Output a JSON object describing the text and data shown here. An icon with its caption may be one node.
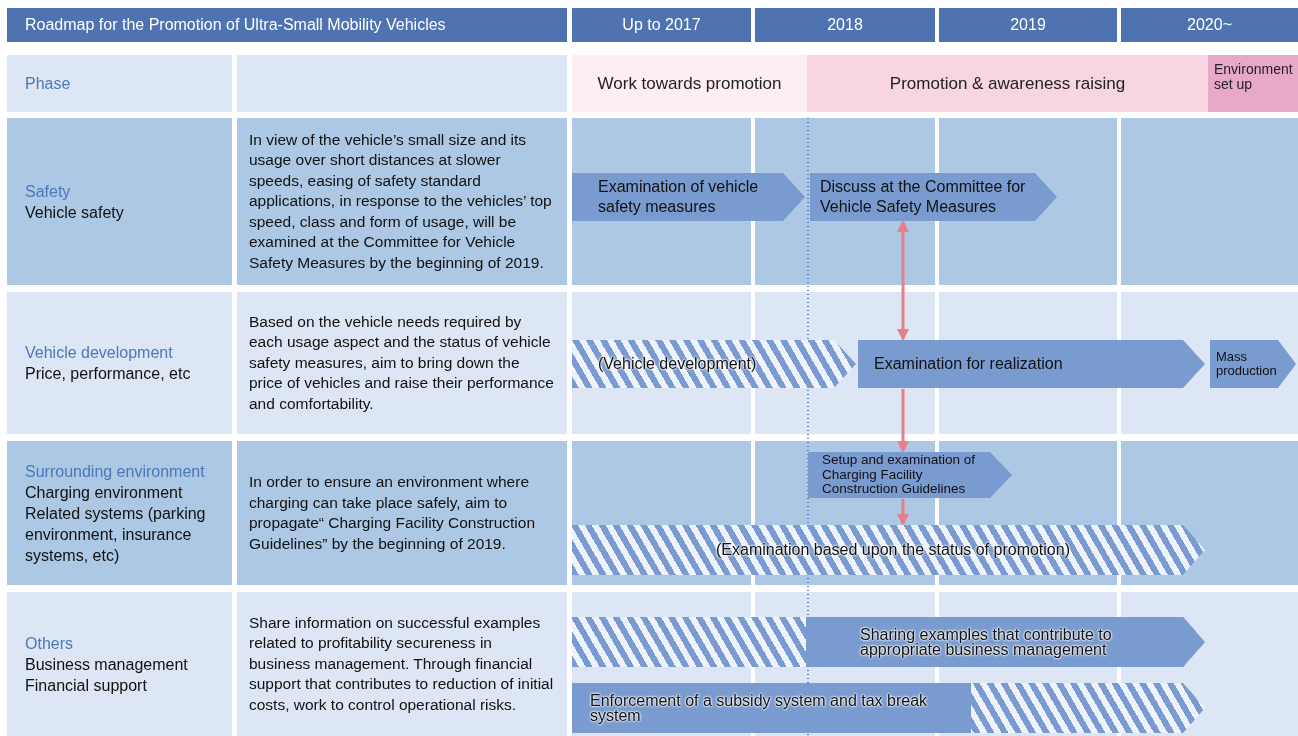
{
  "diagram": {
    "nodes": [
      {
        "text": [
          "Roadmap for the Promotion of Ultra-Small Mobility Vehicles"
        ]
      },
      {
        "text": [
          "Up to 2017"
        ]
      },
      {
        "text": [
          "2018"
        ]
      },
      {
        "text": [
          "2019"
        ]
      },
      {
        "text": [
          "2020~"
        ]
      },
      {
        "text": [
          "Phase"
        ]
      },
      {
        "text": [],
        "shape": "box"
      },
      {
        "text": [
          "Work towards promotion"
        ]
      },
      {
        "text": [
          "Promotion & awareness raising"
        ]
      },
      {
        "text": [
          "Environment set up"
        ]
      },
      {
        "text": [
          "Safety",
          "Vehicle safety"
        ]
      },
      {
        "text": [
          "In view of the vehicle’s small size and its usage over short distances at slower speeds, easing of safety standard applications, in response to the vehicles’ top speed, class and form of usage, will be examined at the Committee for Vehicle Safety Measures by the beginning of 2019."
        ]
      },
      {
        "text": [
          "Examination of vehicle safety measures"
        ]
      },
      {
        "text": [
          "Discuss at the Committee for Vehicle Safety Measures"
        ]
      },
      {
        "text": [
          "Vehicle development",
          "Price, performance, etc"
        ]
      },
      {
        "text": [
          "Based on the vehicle needs required by each usage aspect and the status of vehicle safety measures, aim to bring down the price of vehicles and raise their performance and comfortability."
        ]
      },
      {
        "text": [
          "(Vehicle development)"
        ]
      },
      {
        "text": [
          "Examination for realization"
        ]
      },
      {
        "text": [
          "Mass production"
        ]
      },
      {
        "text": [
          "Surrounding environment",
          "Charging environment",
          "Related systems (parking environment, insurance systems, etc)"
        ]
      },
      {
        "text": [
          "In order to ensure an environment where charging can take place safely, aim to propagate“ Charging Facility Construction Guidelines” by the beginning of 2019."
        ]
      },
      {
        "text": [
          "Setup and examination of Charging Facility Construction Guidelines"
        ]
      },
      {
        "text": [
          "(Examination based upon the status of promotion)"
        ]
      },
      {
        "text": [
          "Others",
          "Business management",
          "Financial support"
        ]
      },
      {
        "text": [
          "Share information on successful examples related to profitability secureness in business management. Through financial support that contributes to reduction of initial costs, work to control operational risks."
        ]
      },
      {
        "text": [
          "Sharing examples that contribute to appropriate business management"
        ]
      },
      {
        "text": [
          "Enforcement of a subsidy system and tax break system"
        ]
      }
    ],
    "edges": [
      {
        "from": 13,
        "to": 17,
        "arrow": "both"
      },
      {
        "from": 17,
        "to": 21,
        "arrow": "to"
      },
      {
        "from": 21,
        "to": 22,
        "arrow": "to"
      }
    ]
  }
}
